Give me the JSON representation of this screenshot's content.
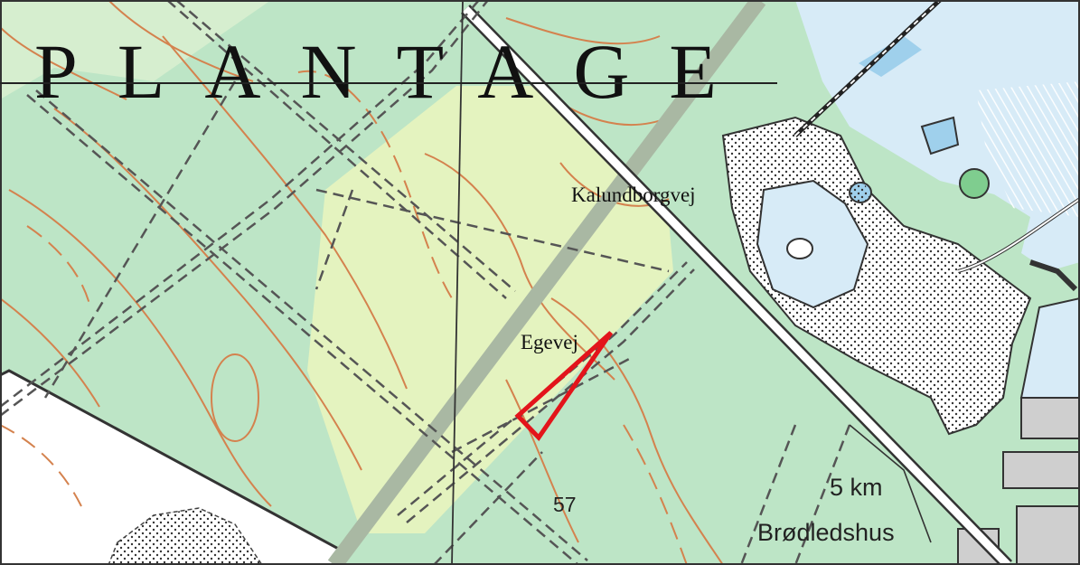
{
  "map": {
    "area_name": "PLANTAGE",
    "road_labels": {
      "kalundborgvej": "Kalundborgvej",
      "egevej": "Egevej"
    },
    "distance_label": "5 km",
    "place_label": "Brødledshus",
    "elevation_label": "57",
    "marker": {
      "shape": "triangle",
      "color": "#e3141b"
    },
    "colors": {
      "forest": "#bde5c6",
      "clearing": "#e4f3bf",
      "water": "#d7ebf7",
      "contour": "#d4824e",
      "track": "#555555",
      "railway_corridor": "#a9b8a3"
    }
  }
}
